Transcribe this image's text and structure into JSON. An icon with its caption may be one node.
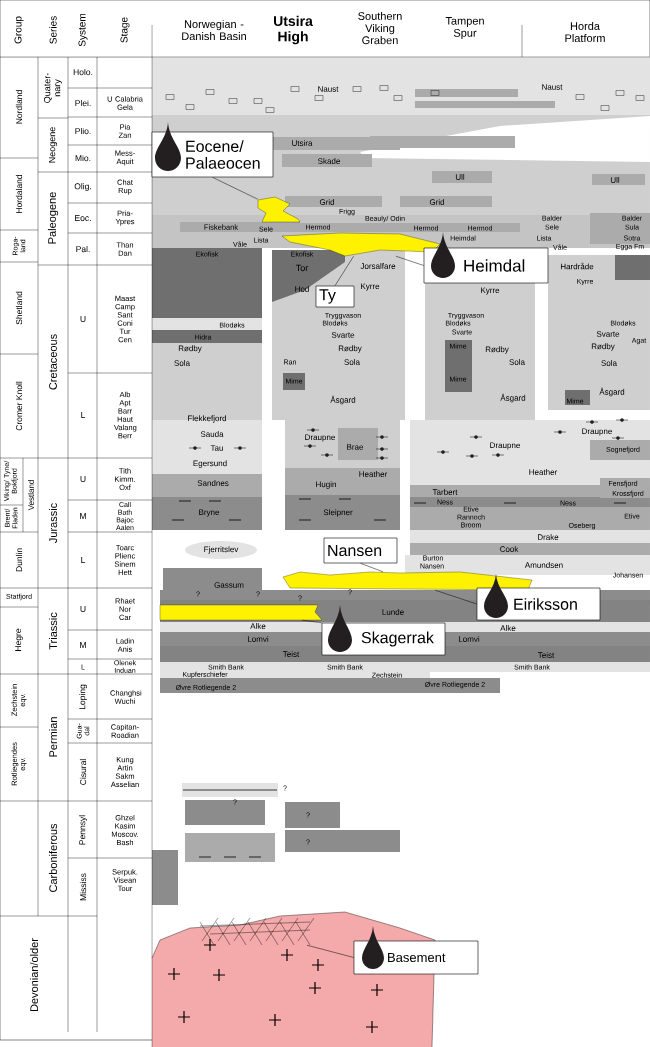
{
  "diagram": {
    "nodes": [
      {
        "text": [
          "Eocene/ Palaeocen"
        ]
      },
      {
        "text": [],
        "shape": "box"
      },
      {
        "text": [],
        "shape": "box"
      },
      {
        "text": [
          "Heimdal"
        ]
      },
      {
        "text": [
          "Ty"
        ]
      },
      {
        "text": [
          "Nansen"
        ]
      },
      {
        "text": [],
        "shape": "box"
      },
      {
        "text": [
          "Eiriksson"
        ]
      },
      {
        "text": [],
        "shape": "box"
      },
      {
        "text": [
          "Skagerrak"
        ]
      },
      {
        "text": [],
        "shape": "picture"
      },
      {
        "text": [
          "Basement"
        ]
      }
    ],
    "edges": [
      {
        "from": 0,
        "to": 1,
        "arrow": "none"
      },
      {
        "from": 3,
        "to": 2,
        "arrow": "none"
      },
      {
        "from": 4,
        "to": 2,
        "arrow": "none"
      },
      {
        "from": 5,
        "to": 6,
        "arrow": "none"
      },
      {
        "from": 7,
        "to": 6,
        "arrow": "none"
      },
      {
        "from": 9,
        "to": 8,
        "arrow": "none"
      },
      {
        "from": 11,
        "to": 10,
        "arrow": "none"
      }
    ],
    "labels": [
      "Group",
      "Series",
      "System",
      "Stage",
      "Norwegian - Danish Basin",
      "Utsira High",
      "Southern Viking Graben",
      "Tampen Spur",
      "Horda Platform",
      "Nordland",
      "Hordaland",
      "Roga- land",
      "Shetland",
      "Cromer Knoll",
      "Viking/ Tyne/ Bokfjord",
      "Brent/ Fladen",
      "Vestland",
      "Dunlin",
      "Statfjord",
      "Hegre",
      "Zechstein eqv.",
      "Rotliegendes eqv.",
      "Quater- nary",
      "Neogene",
      "Paleogene",
      "Cretaceous",
      "Jurassic",
      "Triassic",
      "Permian",
      "Carboniferous",
      "Devonian/older",
      "Holo.",
      "Plei.",
      "Plio.",
      "Mio.",
      "Olig.",
      "Eoc.",
      "Pal.",
      "U",
      "L",
      "U",
      "M",
      "L",
      "U",
      "M",
      "L",
      "Loping",
      "Gua- dal",
      "Cisural",
      "Pennsyl",
      "Mississ",
      "U Calabria Gela",
      "Pia Zan",
      "Mess- Aquit",
      "Chat Rup",
      "Pria- Ypres",
      "Than Dan",
      "Maast Camp Sant Coni Tur Cen",
      "Alb Apt Barr Haut Valang Berr",
      "Tith Kimm. Oxf",
      "Call Bath Bajoc Aalen",
      "Toarc Plienc Sinem Hett",
      "Rhaet Nor Car",
      "Ladin Anis",
      "Olenek Induan",
      "Changhsi Wuchi",
      "Capitan- Roadian",
      "Kung Artin Sakm Asselian",
      "Ghzel Kasim Moscov. Bash",
      "Serpuk. Visean Tour",
      "Naust",
      "Naust",
      "Utsira",
      "Skade",
      "Ull",
      "Ull",
      "Grid",
      "Grid",
      "Frigg",
      "Beauly/ Odin",
      "Balder",
      "Balder",
      "Fiskebank",
      "Sele",
      "Hermod",
      "Hermod",
      "Hermod",
      "Sele",
      "Sula",
      "Lista",
      "Heimdal",
      "Lista",
      "Sotra",
      "Våle",
      "Våle",
      "Egga Fm",
      "Ekofisk",
      "Ekofisk",
      "Tor",
      "Jorsalfare",
      "Hardråde",
      "Hod",
      "Kyrre",
      "Kyrre",
      "Kyrre",
      "Tryggvason",
      "Tryggvason",
      "Blodøks",
      "Blodøks",
      "Blodøks",
      "Blodøks",
      "Hidra",
      "Svarte",
      "Svarte",
      "Svarte",
      "Agat",
      "Rødby",
      "Rødby",
      "Mime",
      "Rødby",
      "Rødby",
      "Sola",
      "Ran",
      "Sola",
      "Sola",
      "Sola",
      "Mime",
      "Mime",
      "Åsgard",
      "Åsgard",
      "Mime",
      "Åsgard",
      "Flekkefjord",
      "Sauda",
      "Tau",
      "Draupne",
      "Brae",
      "Draupne",
      "Draupne",
      "Sognefjord",
      "Egersund",
      "Heather",
      "Heather",
      "Sandnes",
      "Hugin",
      "Fensfjord",
      "Tarbert",
      "Krossfjord",
      "Ness",
      "Ness",
      "Bryne",
      "Sleipner",
      "Etive",
      "Rannoch",
      "Broom",
      "Oseberg",
      "Etive",
      "Drake",
      "Cook",
      "Fjerritslev",
      "Burton",
      "Nansen",
      "Amundsen",
      "Johansen",
      "Gassum",
      "?",
      "?",
      "?",
      "?",
      "Lunde",
      "Alke",
      "Alke",
      "Lomvi",
      "Lomvi",
      "Teist",
      "Teist",
      "Smith Bank",
      "Smith Bank",
      "Smith Bank",
      "Kupferschiefer",
      "Zechstein",
      "Øvre Rotliegende 2",
      "Øvre Rotliegende 2",
      "?",
      "?",
      "?",
      "?"
    ]
  }
}
